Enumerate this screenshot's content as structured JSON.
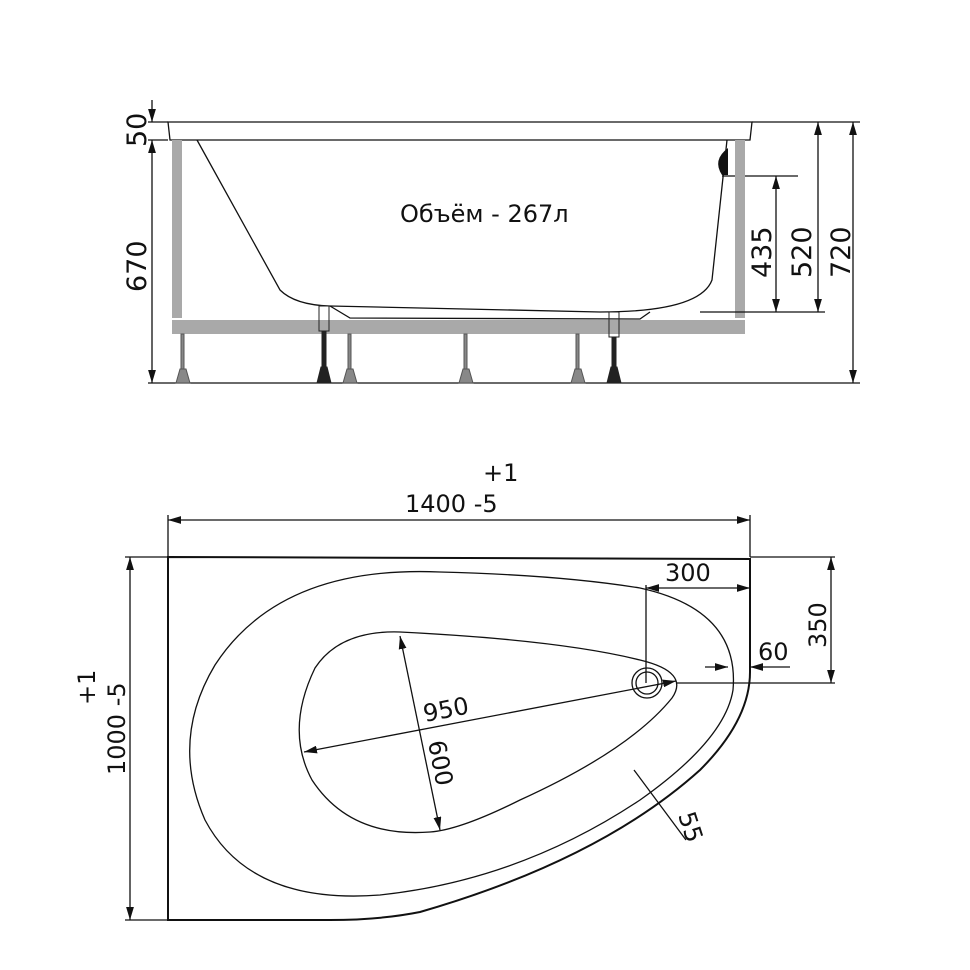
{
  "side_view": {
    "volume_label": "Объём - 267л",
    "dims": {
      "rim": "50",
      "height_under_rim": "670",
      "overflow": "435",
      "bottom_to_rim": "520",
      "total_height": "720"
    }
  },
  "top_view": {
    "length_label": "1400 -5",
    "length_tol_plus": "+1",
    "width_label": "1000 -5",
    "width_tol_plus": "+1",
    "dims": {
      "drain_x": "300",
      "drain_y": "350",
      "drain_offset": "60",
      "bowl_length": "950",
      "bowl_width": "600",
      "rim_width": "55"
    }
  },
  "colors": {
    "line": "#111111",
    "frame": "#a9a9a9"
  }
}
